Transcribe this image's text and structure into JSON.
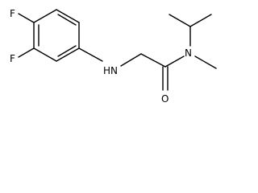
{
  "molecule": {
    "atoms": {
      "f_top": "F",
      "f_left": "F",
      "nh": "HN",
      "n_amide": "N",
      "o": "O"
    },
    "colors": {
      "bond": "#000000",
      "text": "#000000",
      "background": "#ffffff"
    }
  }
}
